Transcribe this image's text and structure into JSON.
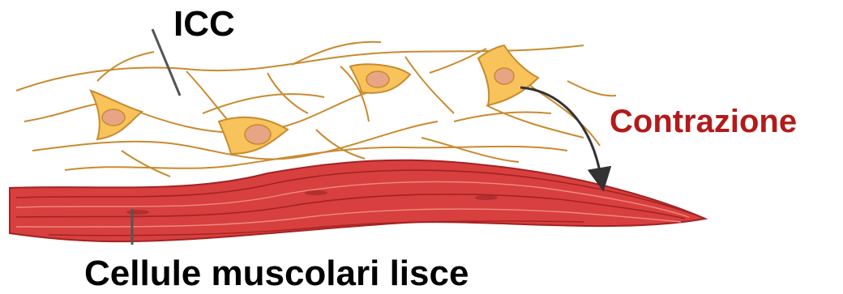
{
  "labels": {
    "icc": "ICC",
    "contraction": "Contrazione",
    "smooth_muscle": "Cellule muscolari lisce"
  },
  "colors": {
    "contraction_text": "#b31a1a",
    "icc_fill": "#f7c35a",
    "icc_stroke": "#c98a2e",
    "nucleus": "#e8a585",
    "muscle": "#d7403e",
    "muscle_dark": "#a42222"
  }
}
